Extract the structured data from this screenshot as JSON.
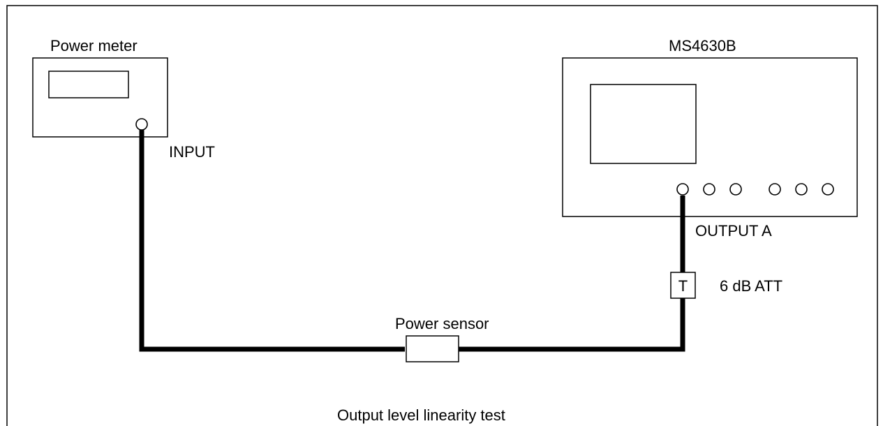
{
  "diagram": {
    "power_meter": {
      "label": "Power meter",
      "port_label": "INPUT"
    },
    "analyzer": {
      "label": "MS4630B",
      "port_label": "OUTPUT A",
      "port_count": 6
    },
    "attenuator": {
      "symbol": "T",
      "label": "6 dB ATT"
    },
    "sensor": {
      "label": "Power sensor"
    },
    "caption": "Output level linearity test"
  }
}
